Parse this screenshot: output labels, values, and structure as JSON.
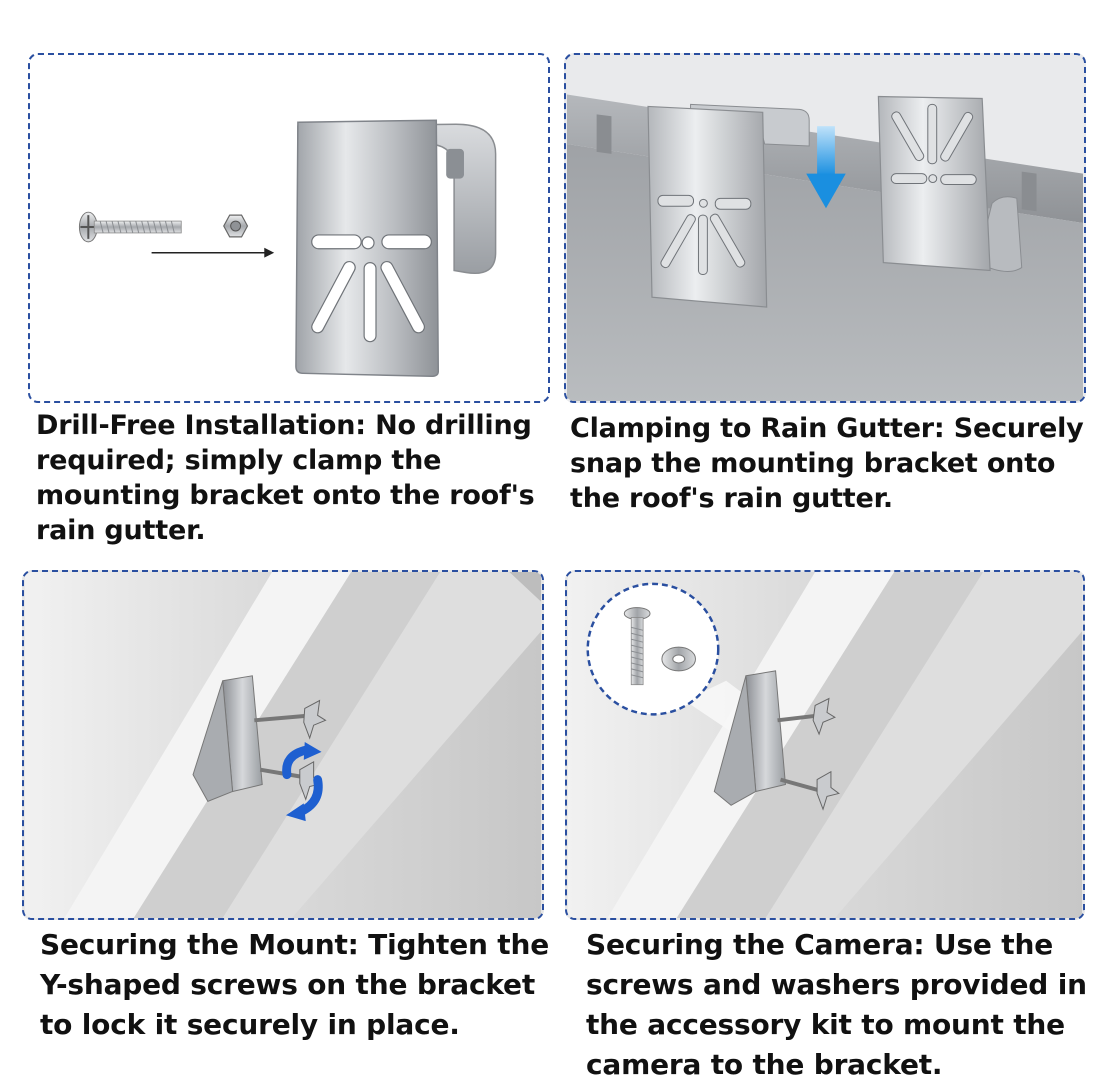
{
  "panels": [
    {
      "id": "drill-free",
      "caption": "Drill-Free Installation: No drilling required; simply clamp the mounting bracket onto the roof's rain gutter."
    },
    {
      "id": "clamping",
      "caption": "Clamping to Rain Gutter: Securely snap the mounting bracket onto the roof's rain gutter."
    },
    {
      "id": "securing-mount",
      "caption": "Securing the Mount: Tighten the Y-shaped screws on the bracket to lock it securely in place."
    },
    {
      "id": "securing-camera",
      "caption": "Securing the Camera: Use the screws and washers provided in the accessory kit to mount the camera to the bracket."
    }
  ],
  "colors": {
    "frame_border": "#2a4fa0",
    "arrow_blue": "#1a8fe0",
    "rotate_blue": "#1e5fd0",
    "steel": "#c4c7cc",
    "gutter": "#9ea1a5",
    "caption_text": "#111111"
  },
  "icons": [
    "screw-icon",
    "nut-icon",
    "bracket-icon",
    "down-arrow-icon",
    "rotate-arrows-icon",
    "washer-icon"
  ]
}
